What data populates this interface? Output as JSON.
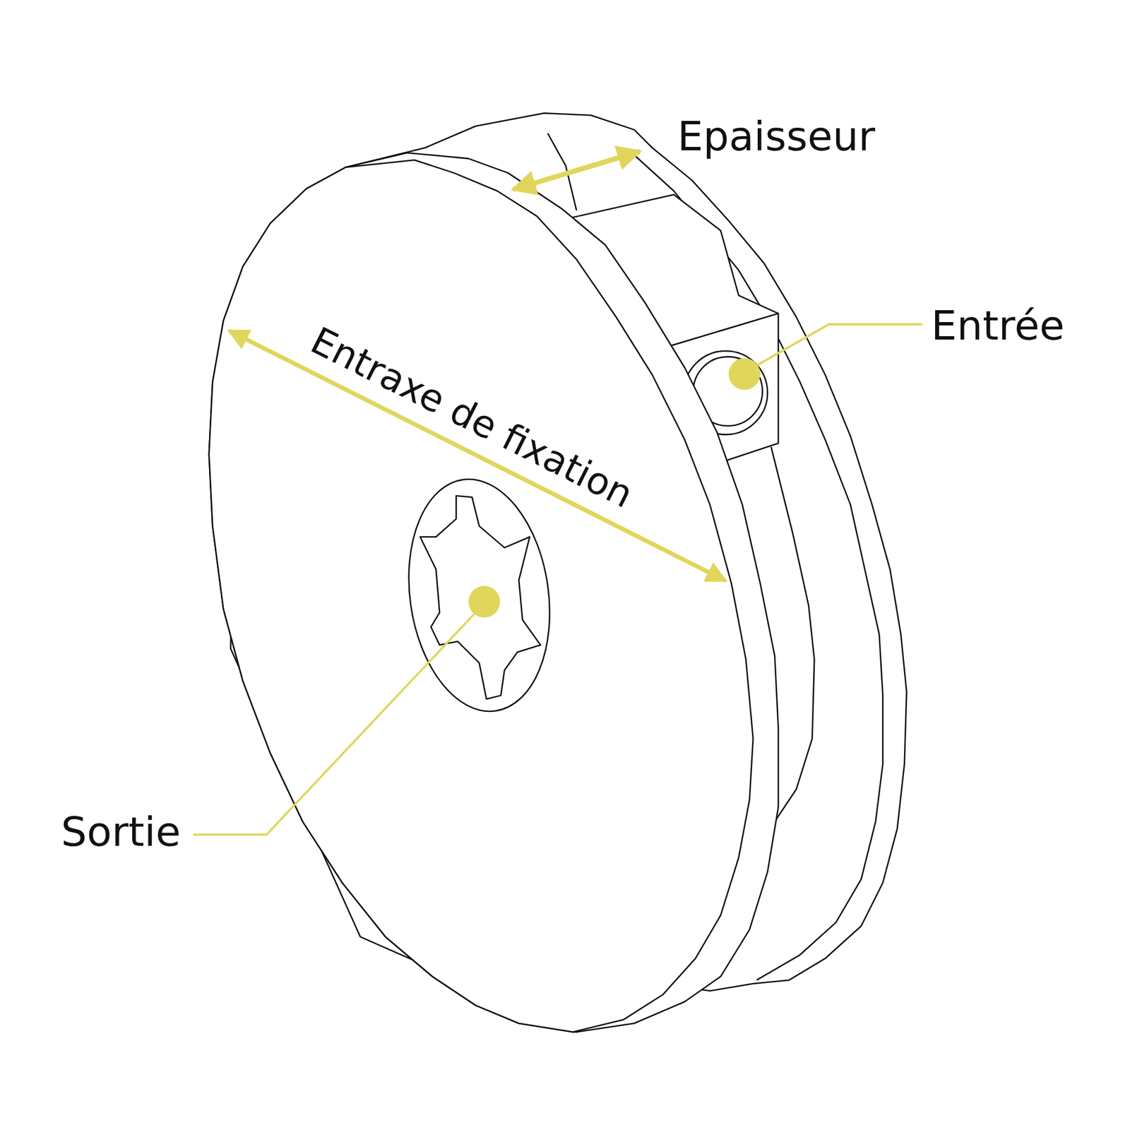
{
  "diagram": {
    "labels": [
      "Epaisseur",
      "Entrée",
      "Entraxe de fixation",
      "Sortie"
    ]
  }
}
